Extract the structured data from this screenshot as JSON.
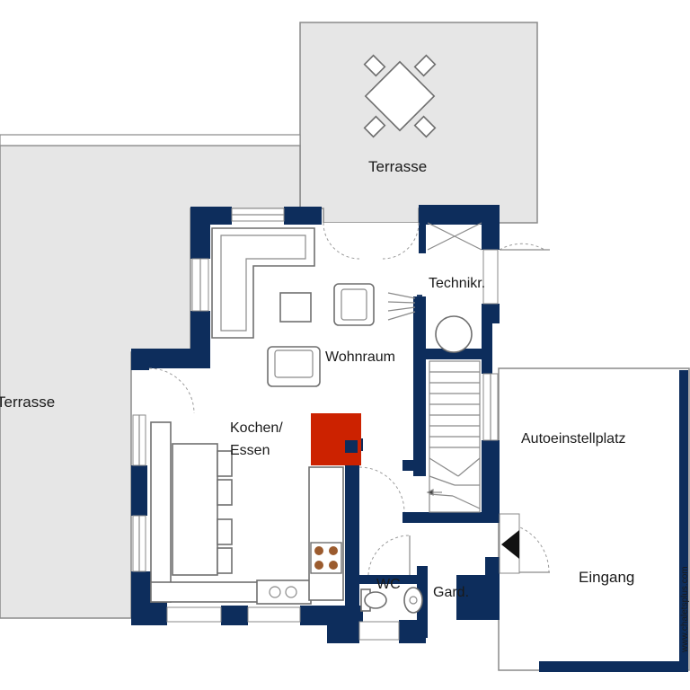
{
  "rooms": {
    "terrace_top": "Terrasse",
    "terrace_left": "Terrasse",
    "technical_room": "Technikr.",
    "living_room": "Wohnraum",
    "kitchen_dining_1": "Kochen/",
    "kitchen_dining_2": "Essen",
    "carport": "Autoeinstellplatz",
    "entrance": "Eingang",
    "wc": "WC",
    "wardrobe": "Gard."
  },
  "watermark": "www.chaletsplus.com",
  "colors": {
    "wall": "#0d2d5c",
    "terrace": "#e6e6e6",
    "stove": "#cc2200"
  }
}
